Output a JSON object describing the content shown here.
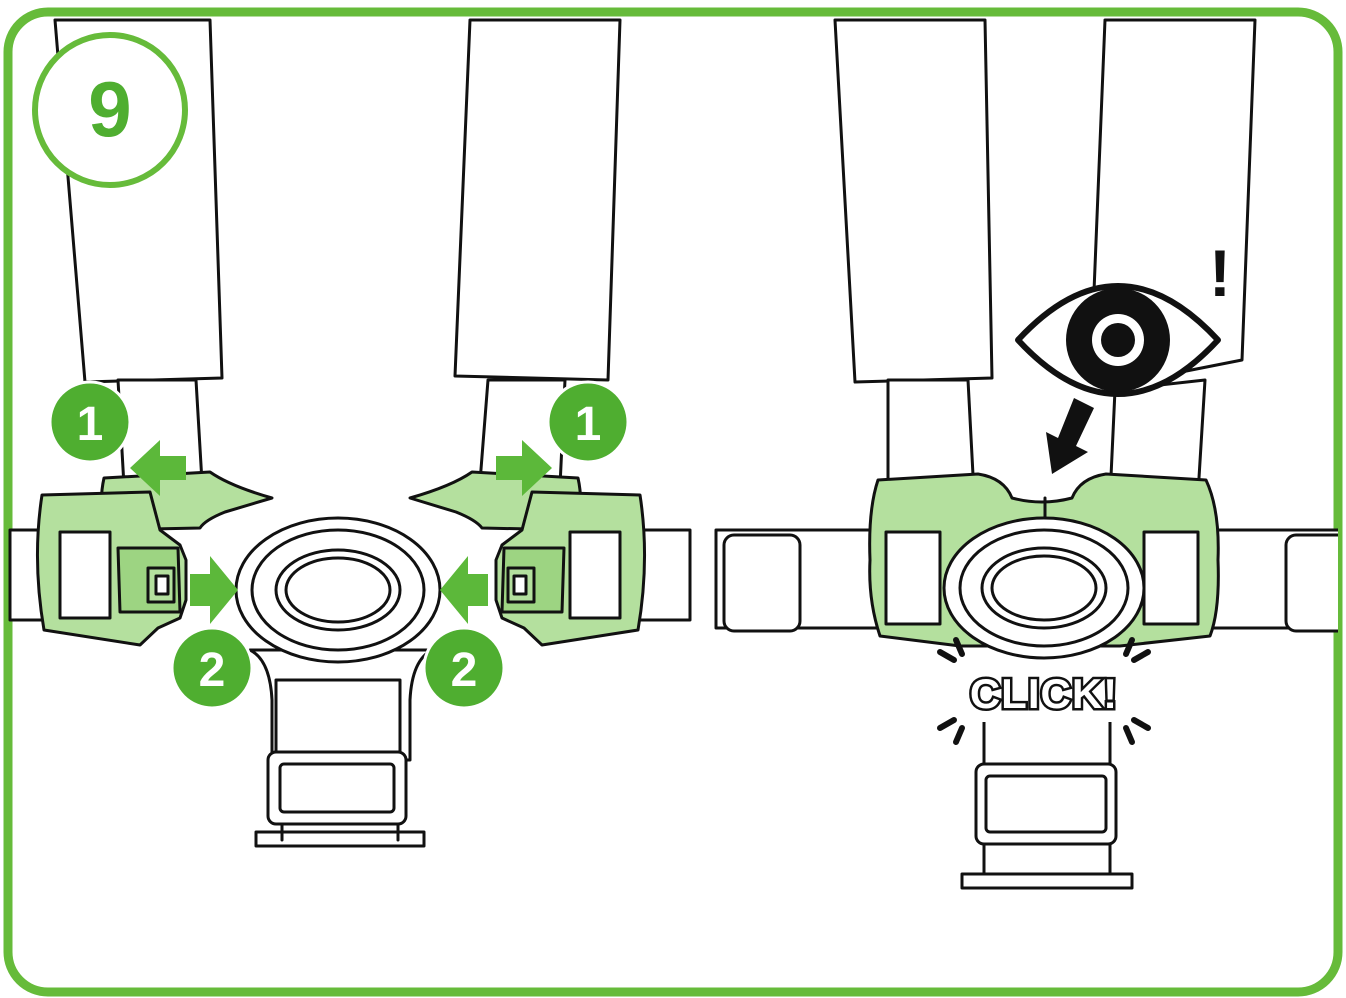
{
  "step": {
    "number": "9",
    "step_labels": {
      "one": "1",
      "two": "2"
    },
    "click_text": "CLICK!",
    "attention_mark": "!",
    "icons": [
      "eye-icon",
      "arrow-left-icon",
      "arrow-right-icon",
      "arrow-down-icon",
      "exclamation-icon"
    ]
  },
  "colors": {
    "border_green": "#66bb3a",
    "badge_green": "#4fae30",
    "light_green": "#a8d890",
    "buckle_green": "#b4e09e",
    "outline": "#111111",
    "fill_white": "#ffffff"
  }
}
